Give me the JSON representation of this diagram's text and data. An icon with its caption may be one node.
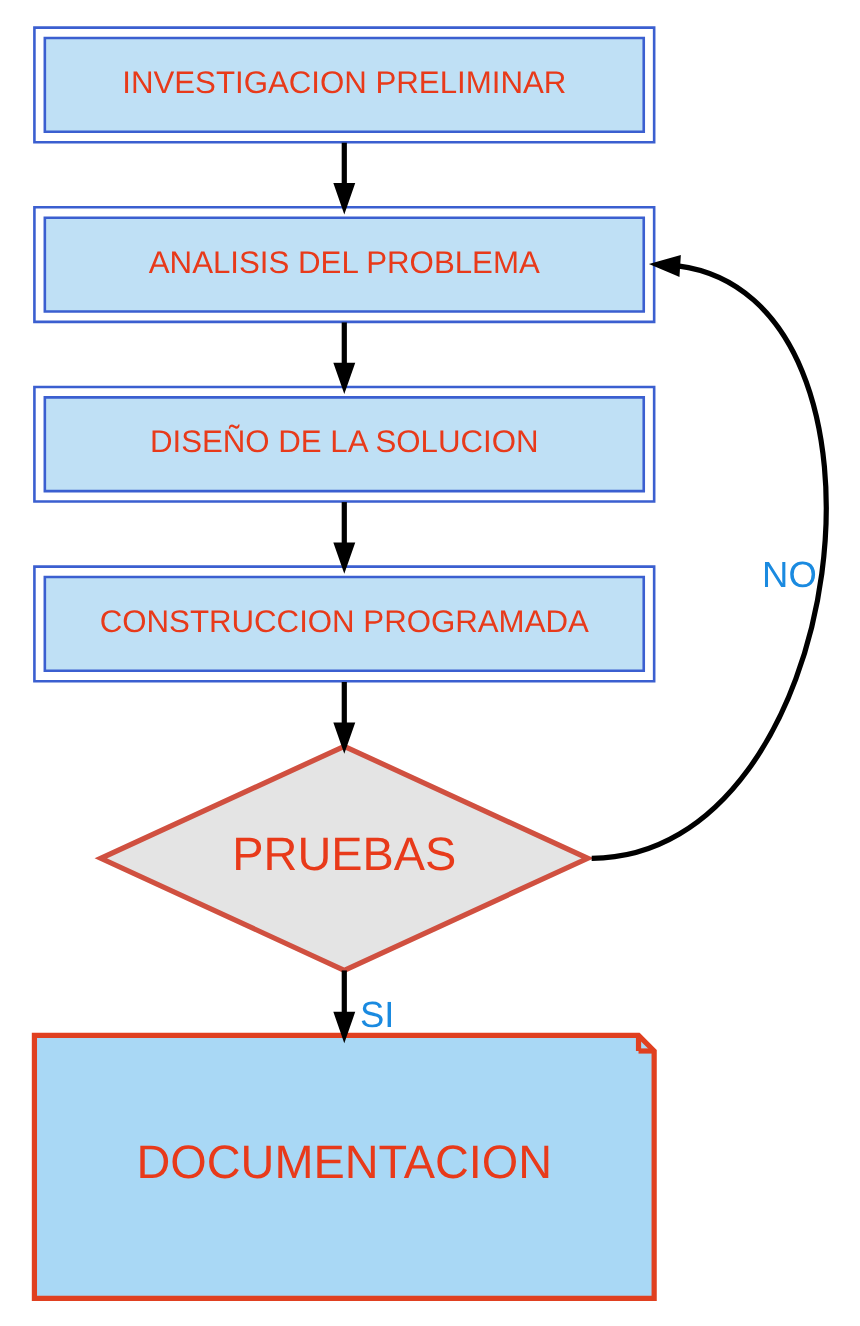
{
  "diagram": {
    "nodes": [
      {
        "text": [
          "INVESTIGACION PRELIMINAR"
        ]
      },
      {
        "text": [
          "ANALISIS DEL PROBLEMA"
        ]
      },
      {
        "text": [
          "DISEÑO DE LA SOLUCION"
        ]
      },
      {
        "text": [
          "CONSTRUCCION PROGRAMADA"
        ]
      },
      {
        "text": [
          "PRUEBAS"
        ]
      },
      {
        "text": [
          "DOCUMENTACION"
        ]
      }
    ],
    "edges": [
      {
        "from": 0,
        "to": 1,
        "arrow": "to"
      },
      {
        "from": 1,
        "to": 2,
        "arrow": "to"
      },
      {
        "from": 2,
        "to": 3,
        "arrow": "to"
      },
      {
        "from": 3,
        "to": 4,
        "arrow": "to"
      },
      {
        "from": 4,
        "to": 5,
        "arrow": "to",
        "label": "SI"
      },
      {
        "from": 4,
        "to": 1,
        "arrow": "to",
        "label": "NO"
      }
    ]
  }
}
